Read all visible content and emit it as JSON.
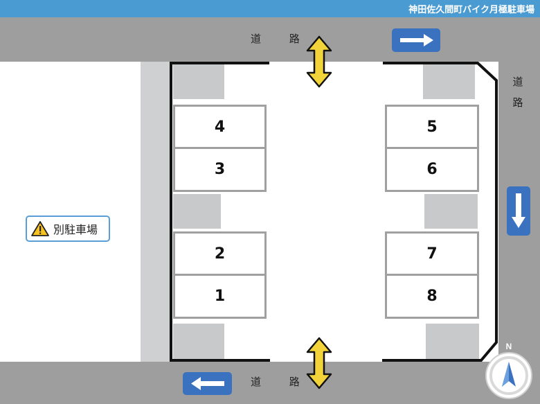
{
  "header": {
    "title": "神田佐久間町バイク月極駐車場"
  },
  "roads": {
    "top_label": "道 路",
    "right_label": "道路",
    "bottom_label": "道 路"
  },
  "separate_lot": {
    "label": "別駐車場",
    "icon": "warning-icon"
  },
  "slots": [
    {
      "id": "slot-4",
      "number": "4"
    },
    {
      "id": "slot-3",
      "number": "3"
    },
    {
      "id": "slot-2",
      "number": "2"
    },
    {
      "id": "slot-1",
      "number": "1"
    },
    {
      "id": "slot-5",
      "number": "5"
    },
    {
      "id": "slot-6",
      "number": "6"
    },
    {
      "id": "slot-7",
      "number": "7"
    },
    {
      "id": "slot-8",
      "number": "8"
    }
  ],
  "compass": {
    "label": "N"
  },
  "colors": {
    "header": "#4a9bd2",
    "road": "#9e9e9e",
    "arrow_blue": "#3a72c0",
    "arrow_yellow": "#f2d33a"
  }
}
